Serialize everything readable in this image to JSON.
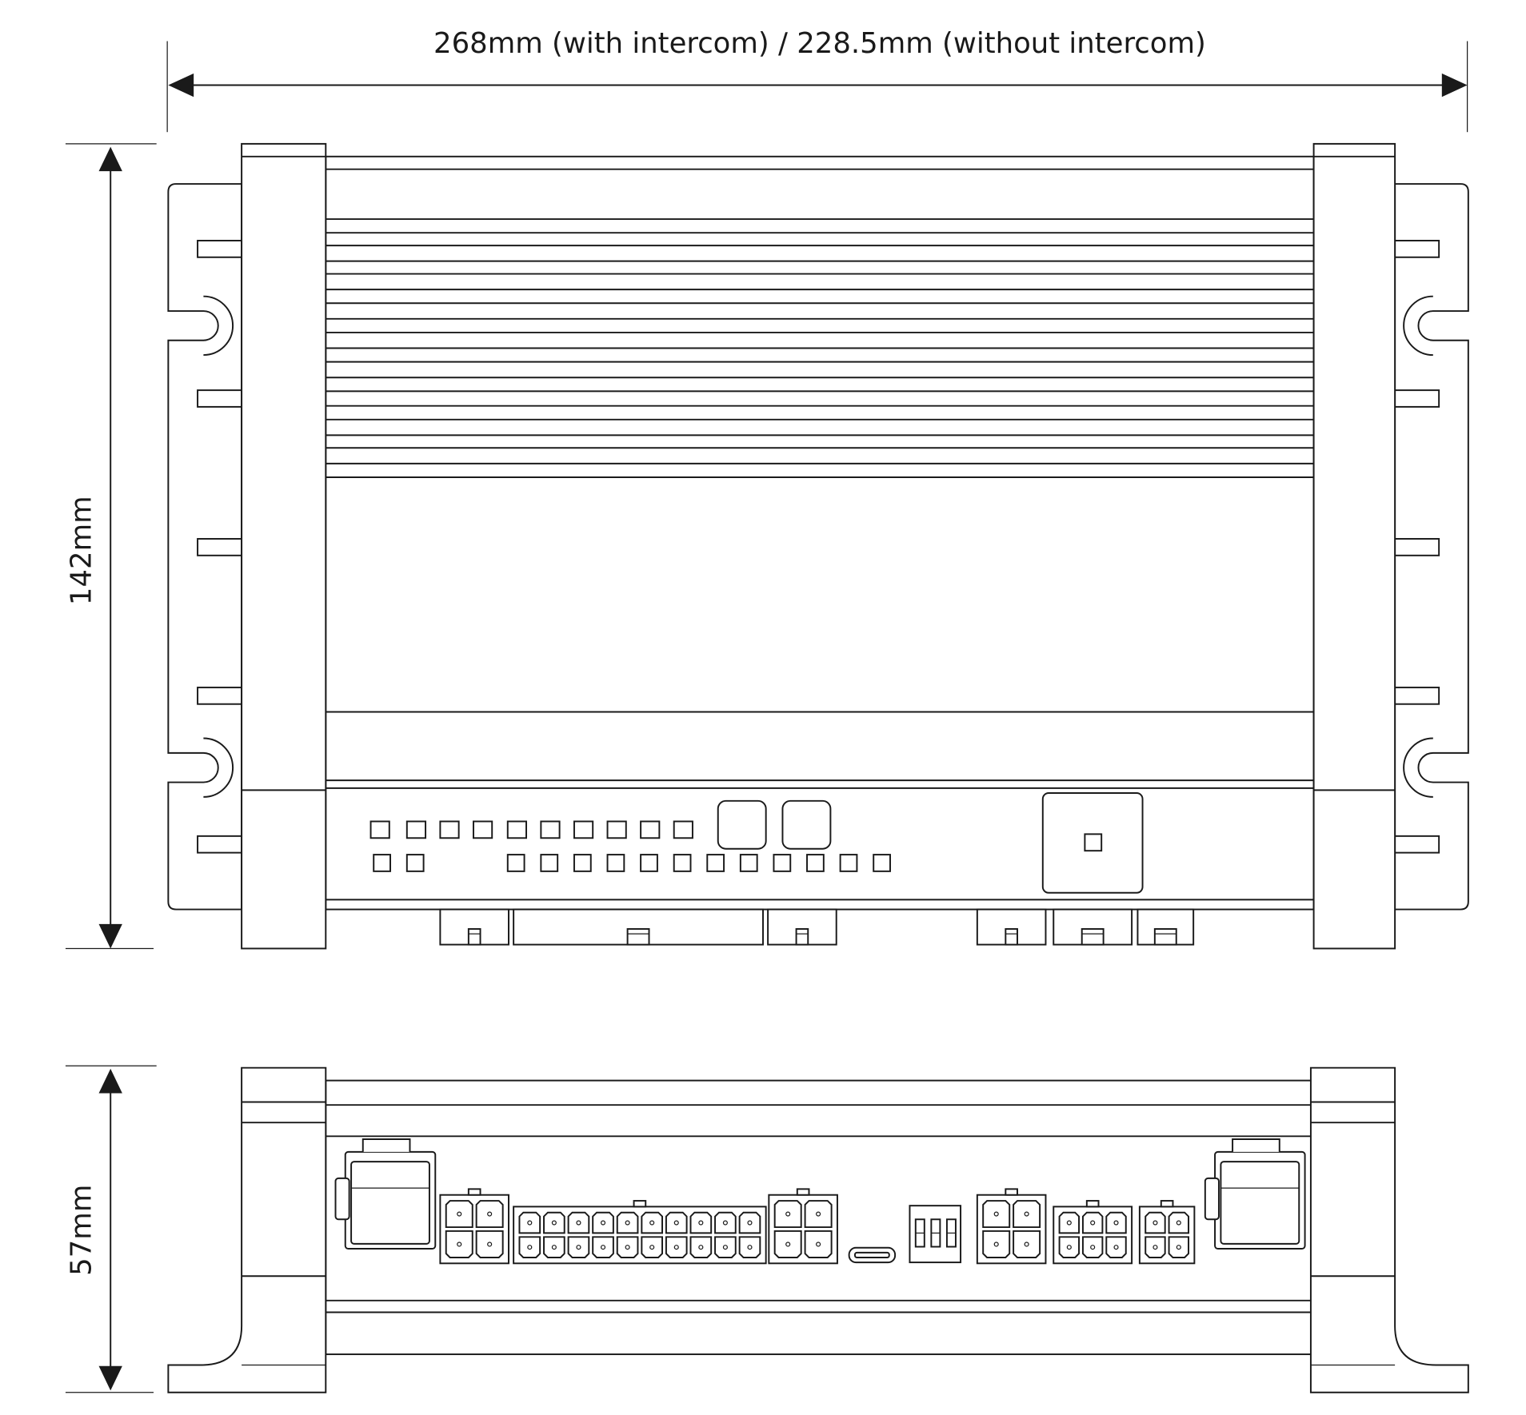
{
  "dimensions": {
    "width_label": "268mm (with intercom) / 228.5mm (without intercom)",
    "top_height_label": "142mm",
    "side_height_label": "57mm"
  },
  "colors": {
    "line": "#1a1a1a",
    "background": "#ffffff"
  }
}
